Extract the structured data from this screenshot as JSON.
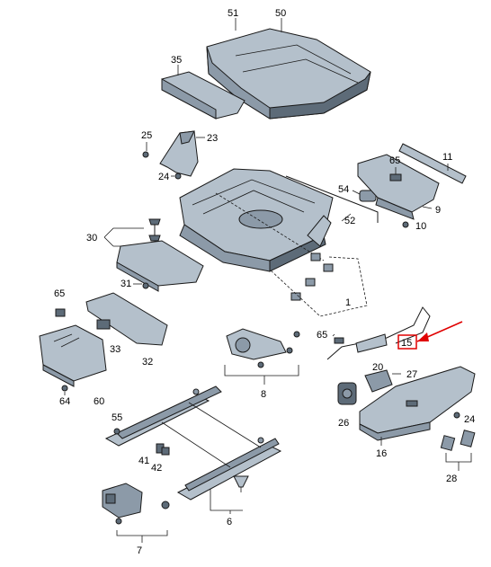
{
  "callouts": {
    "c51": "51",
    "c50": "50",
    "c35": "35",
    "c25": "25",
    "c23": "23",
    "c24a": "24",
    "c11": "11",
    "c65a": "65",
    "c54": "54",
    "c9": "9",
    "c52": "52",
    "c10": "10",
    "c30": "30",
    "c31": "31",
    "c1": "1",
    "c65b": "65",
    "c33": "33",
    "c32": "32",
    "c64": "64",
    "c60": "60",
    "c65c": "65",
    "c15": "15",
    "c8": "8",
    "c20": "20",
    "c27": "27",
    "c26": "26",
    "c24b": "24",
    "c16": "16",
    "c28": "28",
    "c55": "55",
    "c41": "41",
    "c42": "42",
    "c6": "6",
    "c7": "7"
  },
  "highlight_color": "#e00000"
}
